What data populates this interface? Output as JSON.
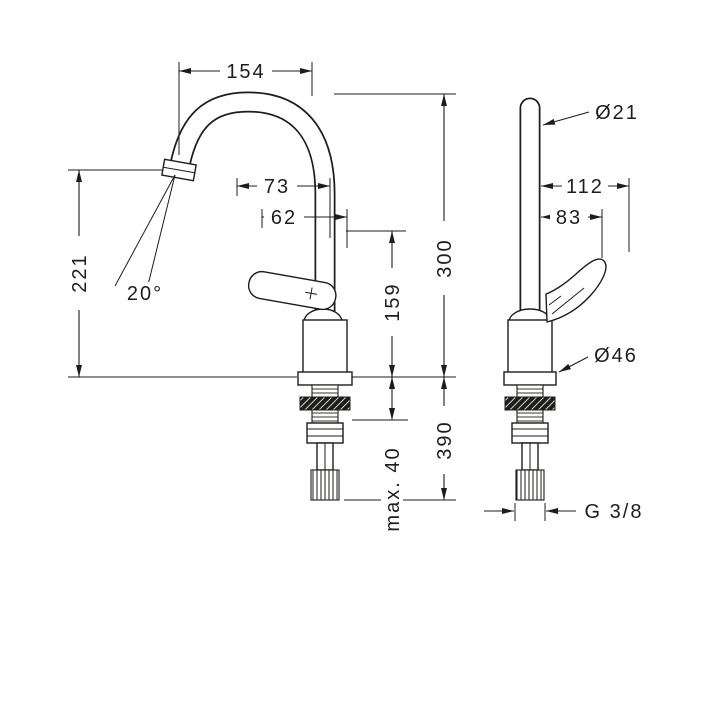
{
  "colors": {
    "ink": "#1d1d1b",
    "background": "#ffffff"
  },
  "drawing": {
    "front_view": {
      "spout_reach": "154",
      "spout_offset": "73",
      "handle_offset": "62",
      "outlet_height": "221",
      "spray_angle": "20°",
      "body_height": "159",
      "overall_height": "300",
      "mounting_thickness": "max. 40",
      "below_deck_length": "390"
    },
    "side_view": {
      "spout_diameter": "Ø21",
      "handle_depth": "112",
      "body_depth": "83",
      "base_diameter": "Ø46",
      "connection_thread": "G 3/8"
    }
  }
}
